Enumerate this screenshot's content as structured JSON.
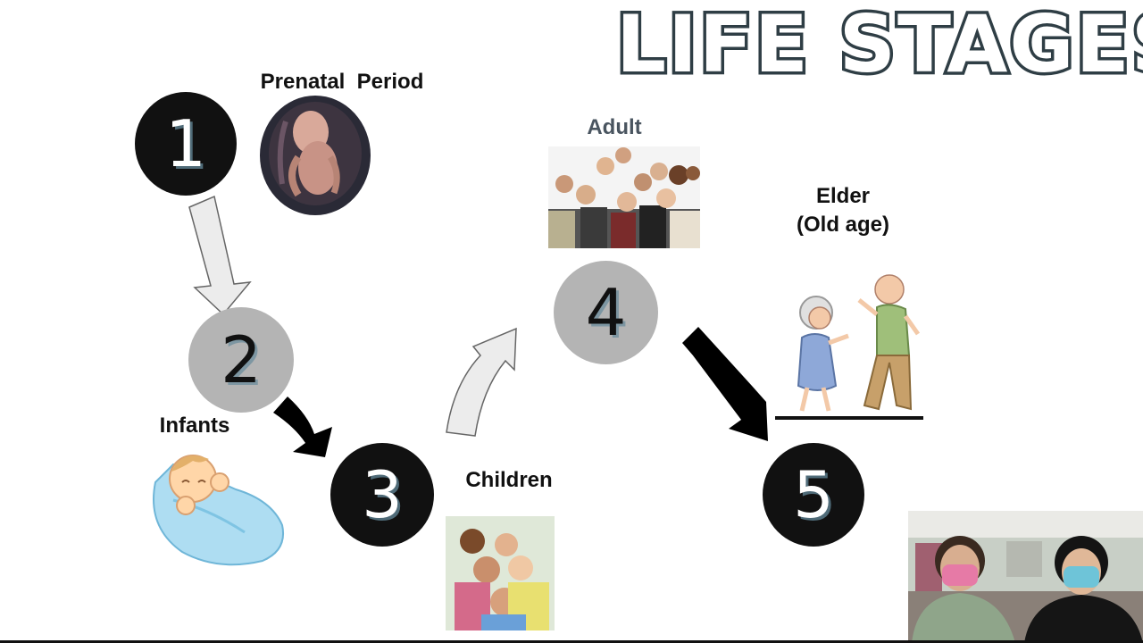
{
  "title": "LIFE STAGES",
  "stages": [
    {
      "number": "1",
      "label": "Prenatal  Period"
    },
    {
      "number": "2",
      "label": "Infants"
    },
    {
      "number": "3",
      "label": "Children"
    },
    {
      "number": "4",
      "label": "Adult"
    },
    {
      "number": "5",
      "label_line1": "Elder",
      "label_line2": "(Old age)"
    }
  ],
  "colors": {
    "dark_circle": "#111111",
    "gray_circle": "#b4b4b4",
    "title_outline": "#2f3e45",
    "light_arrow": "#e8e8e8",
    "dark_arrow": "#000000"
  }
}
